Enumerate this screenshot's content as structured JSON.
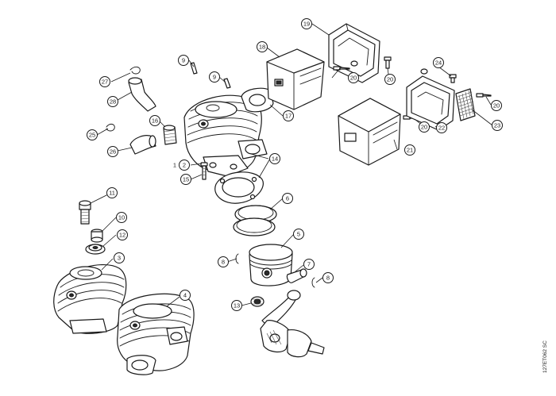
{
  "callouts": {
    "c1": "1",
    "c2": "2",
    "c3": "3",
    "c4": "4",
    "c5": "5",
    "c6": "6",
    "c7": "7",
    "c8": "8",
    "c9": "9",
    "c10": "10",
    "c11": "11",
    "c12": "12",
    "c13": "13",
    "c14": "14",
    "c15": "15",
    "c16": "16",
    "c17": "17",
    "c18": "18",
    "c19": "19",
    "c20": "20",
    "c21": "21",
    "c22": "22",
    "c23": "23",
    "c24": "24",
    "c25": "25",
    "c26": "26",
    "c27": "27",
    "c28": "28"
  },
  "reference_code": "127ET062 SC"
}
